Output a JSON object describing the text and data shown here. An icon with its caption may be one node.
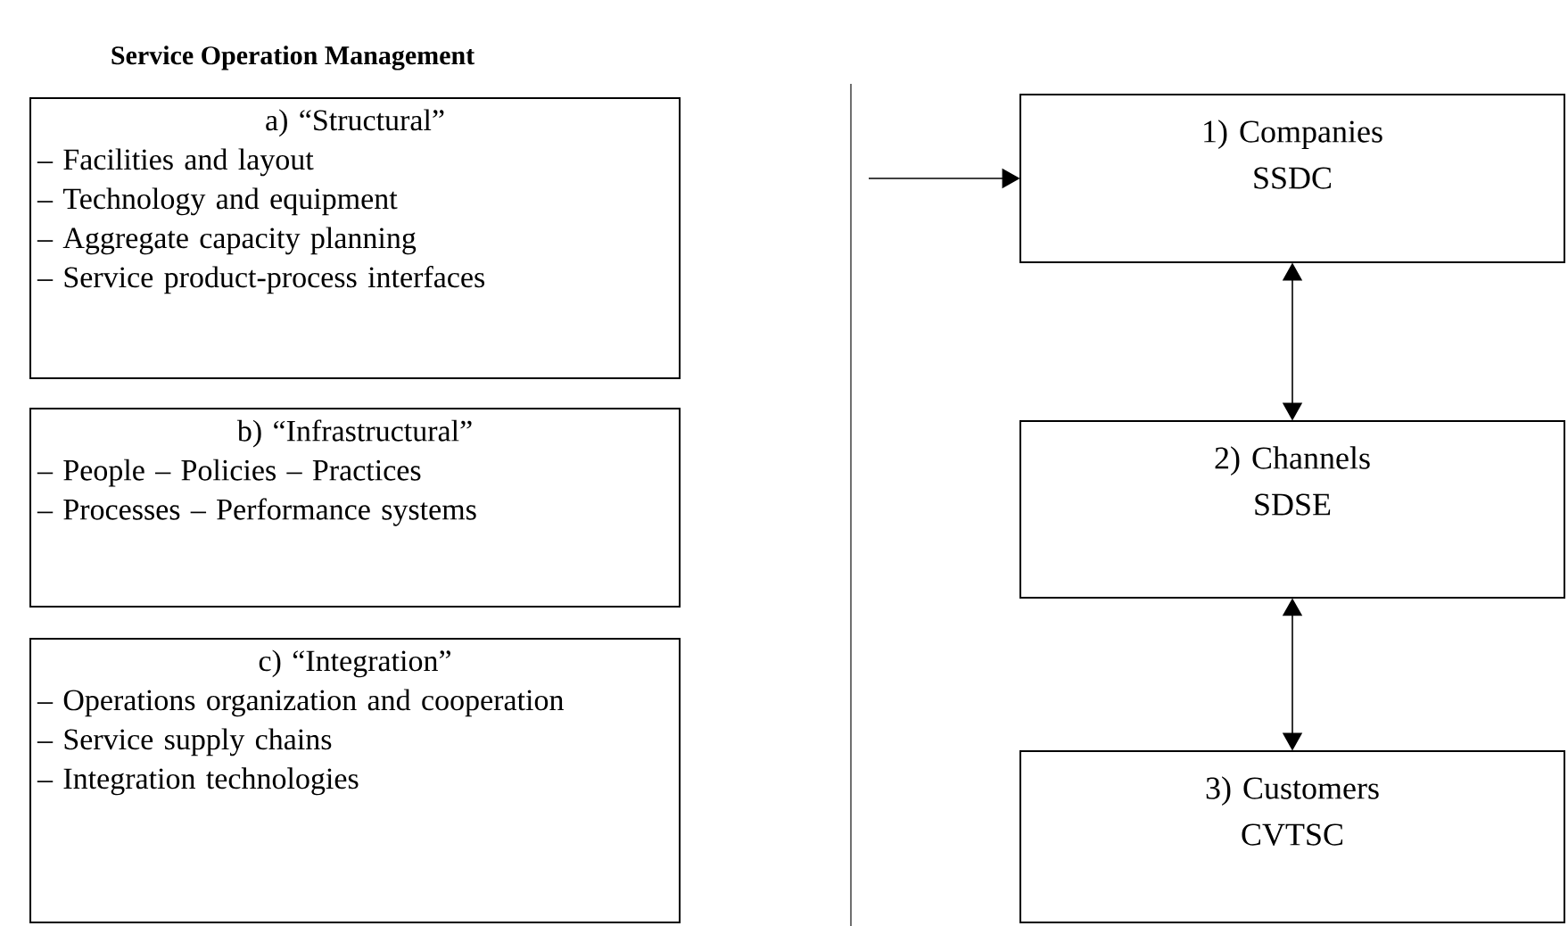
{
  "diagram": {
    "title": "Service Operation Management",
    "nodes": [
      {
        "text": [
          "a) “Structural”",
          "– Facilities and layout",
          "– Technology and equipment",
          "– Aggregate capacity planning",
          "– Service product-process interfaces"
        ]
      },
      {
        "text": [
          "b) “Infrastructural”",
          "– People –  Policies – Practices",
          "– Processes – Performance systems"
        ]
      },
      {
        "text": [
          "c) “Integration”",
          "– Operations organization and cooperation",
          "– Service supply chains",
          "– Integration technologies"
        ]
      },
      {
        "text": [
          "1) Companies",
          "SSDC"
        ]
      },
      {
        "text": [
          "2) Channels",
          "SDSE"
        ]
      },
      {
        "text": [
          "3) Customers",
          "CVTSC"
        ]
      }
    ],
    "edges": [
      {
        "from": null,
        "to": 3,
        "arrow": "to"
      },
      {
        "from": 3,
        "to": 4,
        "arrow": "both"
      },
      {
        "from": 4,
        "to": 5,
        "arrow": "both"
      }
    ]
  }
}
